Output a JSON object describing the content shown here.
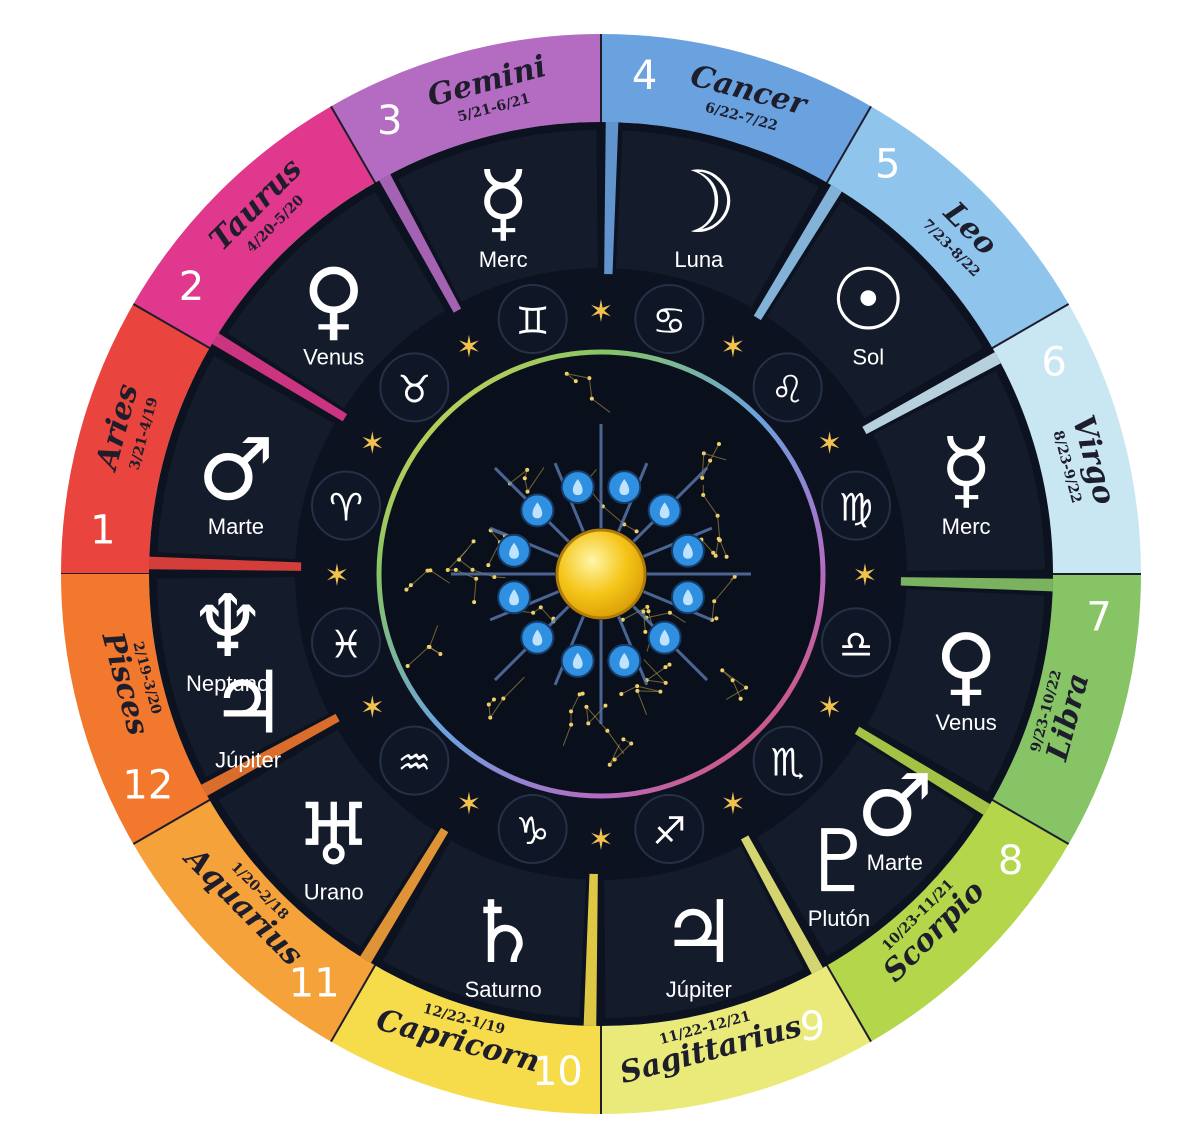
{
  "colors": {
    "background": "#ffffff",
    "panel": "#141c2b",
    "ring": "#0d1220",
    "text_dark": "#1d1d2b",
    "star": "#f2c14e",
    "sun": "#f5c518",
    "water": "#2f8fe0"
  },
  "segments": [
    {
      "house": "1",
      "sign": "Aries",
      "dates": "3/21-4/19",
      "color": "#e9443d",
      "zodiac_icon": "aries-symbol",
      "zodiac_glyph": "♈",
      "planets": [
        {
          "name": "Marte",
          "icon": "mars-symbol",
          "glyph": "♂"
        }
      ]
    },
    {
      "house": "2",
      "sign": "Taurus",
      "dates": "4/20-5/20",
      "color": "#e0388c",
      "zodiac_icon": "taurus-symbol",
      "zodiac_glyph": "♉",
      "planets": [
        {
          "name": "Venus",
          "icon": "venus-symbol",
          "glyph": "♀"
        }
      ]
    },
    {
      "house": "3",
      "sign": "Gemini",
      "dates": "5/21-6/21",
      "color": "#b46bc2",
      "zodiac_icon": "gemini-symbol",
      "zodiac_glyph": "♊",
      "planets": [
        {
          "name": "Merc",
          "icon": "mercury-symbol",
          "glyph": "☿"
        }
      ]
    },
    {
      "house": "4",
      "sign": "Cancer",
      "dates": "6/22-7/22",
      "color": "#6aa2e0",
      "zodiac_icon": "cancer-symbol",
      "zodiac_glyph": "♋",
      "planets": [
        {
          "name": "Luna",
          "icon": "moon-symbol",
          "glyph": "☽"
        }
      ]
    },
    {
      "house": "5",
      "sign": "Leo",
      "dates": "7/23-8/22",
      "color": "#8fc4ec",
      "zodiac_icon": "leo-symbol",
      "zodiac_glyph": "♌",
      "planets": [
        {
          "name": "Sol",
          "icon": "sun-symbol",
          "glyph": "☉"
        }
      ]
    },
    {
      "house": "6",
      "sign": "Virgo",
      "dates": "8/23-9/22",
      "color": "#c9e6f3",
      "zodiac_icon": "virgo-symbol",
      "zodiac_glyph": "♍",
      "planets": [
        {
          "name": "Merc",
          "icon": "mercury-symbol",
          "glyph": "☿"
        }
      ]
    },
    {
      "house": "7",
      "sign": "Libra",
      "dates": "9/23-10/22",
      "color": "#86c466",
      "zodiac_icon": "libra-symbol",
      "zodiac_glyph": "♎",
      "planets": [
        {
          "name": "Venus",
          "icon": "venus-symbol",
          "glyph": "♀"
        }
      ]
    },
    {
      "house": "8",
      "sign": "Scorpio",
      "dates": "10/23-11/21",
      "color": "#b4d64a",
      "zodiac_icon": "scorpio-symbol",
      "zodiac_glyph": "♏",
      "planets": [
        {
          "name": "Marte",
          "icon": "mars-symbol",
          "glyph": "♂"
        },
        {
          "name": "Plutón",
          "icon": "pluto-symbol",
          "glyph": "♇"
        }
      ]
    },
    {
      "house": "9",
      "sign": "Sagittarius",
      "dates": "11/22-12/21",
      "color": "#eaea7a",
      "zodiac_icon": "sagittarius-symbol",
      "zodiac_glyph": "♐",
      "planets": [
        {
          "name": "Júpiter",
          "icon": "jupiter-symbol",
          "glyph": "♃"
        }
      ]
    },
    {
      "house": "10",
      "sign": "Capricorn",
      "dates": "12/22-1/19",
      "color": "#f6dc4a",
      "zodiac_icon": "capricorn-symbol",
      "zodiac_glyph": "♑",
      "planets": [
        {
          "name": "Saturno",
          "icon": "saturn-symbol",
          "glyph": "♄"
        }
      ]
    },
    {
      "house": "11",
      "sign": "Aquarius",
      "dates": "1/20-2/18",
      "color": "#f6a23a",
      "zodiac_icon": "aquarius-symbol",
      "zodiac_glyph": "♒",
      "planets": [
        {
          "name": "Urano",
          "icon": "uranus-symbol",
          "glyph": "♅"
        }
      ]
    },
    {
      "house": "12",
      "sign": "Pisces",
      "dates": "2/19-3/20",
      "color": "#f2782e",
      "zodiac_icon": "pisces-symbol",
      "zodiac_glyph": "♓",
      "planets": [
        {
          "name": "Júpiter",
          "icon": "jupiter-symbol",
          "glyph": "♃"
        },
        {
          "name": "Neptuno",
          "icon": "neptune-symbol",
          "glyph": "♆"
        }
      ]
    }
  ],
  "center": {
    "icon": "sun-with-water-drops"
  }
}
